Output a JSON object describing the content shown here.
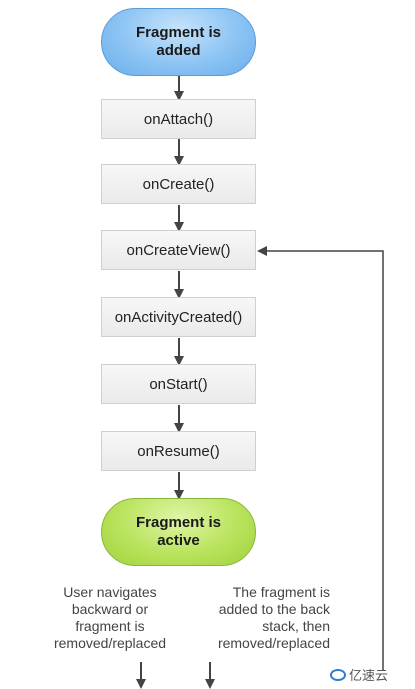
{
  "start_node": {
    "label": "Fragment is\nadded"
  },
  "steps": [
    {
      "label": "onAttach()"
    },
    {
      "label": "onCreate()"
    },
    {
      "label": "onCreateView()"
    },
    {
      "label": "onActivityCreated()"
    },
    {
      "label": "onStart()"
    },
    {
      "label": "onResume()"
    }
  ],
  "active_node": {
    "label": "Fragment is\nactive"
  },
  "branches": {
    "left_caption": "User navigates\nbackward or\nfragment is\nremoved/replaced",
    "right_caption": "The fragment is\nadded to the back\nstack, then\nremoved/replaced"
  },
  "watermark": {
    "text": "亿速云"
  },
  "colors": {
    "start_node": "#8cc4f4",
    "active_node": "#b9e35c",
    "step_box": "#eeeeee",
    "connector": "#444444"
  }
}
